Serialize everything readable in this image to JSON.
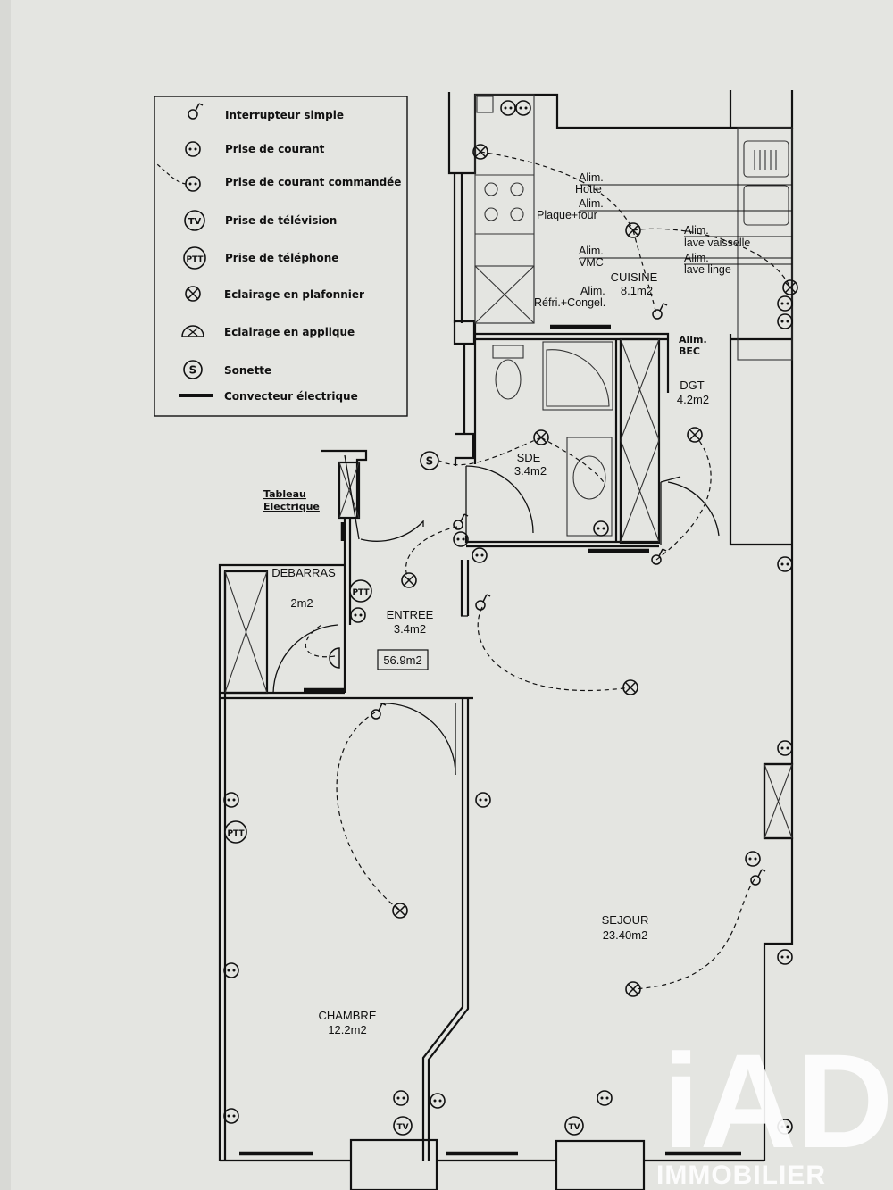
{
  "legend": {
    "items": [
      {
        "symbol": "switch-icon",
        "label": "Interrupteur simple"
      },
      {
        "symbol": "outlet-icon",
        "label": "Prise de courant"
      },
      {
        "symbol": "switched-outlet-icon",
        "label": "Prise de courant commandée"
      },
      {
        "symbol": "tv-outlet-icon",
        "label": "Prise de télévision"
      },
      {
        "symbol": "phone-outlet-icon",
        "label": "Prise de téléphone"
      },
      {
        "symbol": "ceiling-light-icon",
        "label": "Eclairage en plafonnier"
      },
      {
        "symbol": "wall-light-icon",
        "label": "Eclairage en applique"
      },
      {
        "symbol": "doorbell-icon",
        "label": "Sonette"
      },
      {
        "symbol": "convector-icon",
        "label": "Convecteur électrique"
      }
    ],
    "symbol_text": {
      "tv": "TV",
      "ptt": "PTT",
      "bell": "S"
    }
  },
  "rooms": {
    "cuisine": {
      "name": "CUISINE",
      "area": "8.1m2"
    },
    "dgt": {
      "name": "DGT",
      "area": "4.2m2"
    },
    "sde": {
      "name": "SDE",
      "area": "3.4m2"
    },
    "debarras": {
      "name": "DEBARRAS",
      "area": "2m2"
    },
    "entree": {
      "name": "ENTREE",
      "area": "3.4m2"
    },
    "chambre": {
      "name": "CHAMBRE",
      "area": "12.2m2"
    },
    "sejour": {
      "name": "SEJOUR",
      "area": "23.40m2"
    }
  },
  "total_area": "56.9m2",
  "annotations": {
    "hotte": [
      "Alim.",
      "Hotte"
    ],
    "plaque": [
      "Alim.",
      "Plaque+four"
    ],
    "vmc": [
      "Alim.",
      "VMC"
    ],
    "refri": [
      "Alim.",
      "Réfri.+Congel."
    ],
    "lave_vaisselle": [
      "Alim.",
      "lave vaisselle"
    ],
    "lave_linge": [
      "Alim.",
      "lave linge"
    ],
    "bec": [
      "Alim.",
      "BEC"
    ],
    "tableau": [
      "Tableau",
      "Electrique"
    ]
  },
  "watermark": {
    "logo": "iAD",
    "subtitle": "IMMOBILIER"
  },
  "colors": {
    "paper": "#e4e5e1",
    "ink": "#111111",
    "watermark": "#ffffff"
  }
}
